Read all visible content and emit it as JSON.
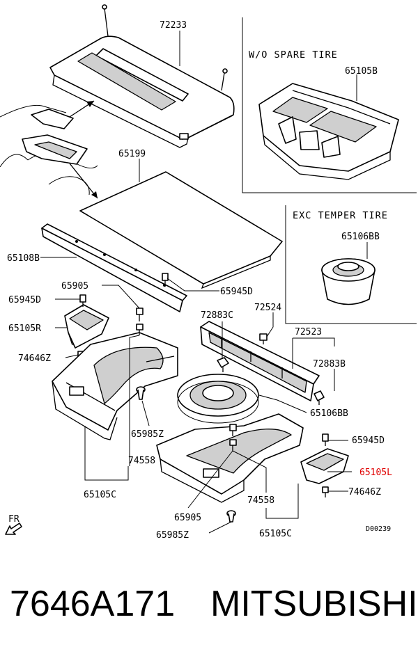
{
  "panels": {
    "spare_tire": {
      "title": "W/O SPARE TIRE",
      "part": "65105B"
    },
    "temper_tire": {
      "title": "EXC TEMPER TIRE",
      "part": "65106BB"
    }
  },
  "labels": {
    "p72233": "72233",
    "p65199": "65199",
    "p65108B": "65108B",
    "p65905_a": "65905",
    "p65945D_a": "65945D",
    "p65945D_b": "65945D",
    "p65945D_c": "65945D",
    "p65105R": "65105R",
    "p74646Z_a": "74646Z",
    "p74646Z_b": "74646Z",
    "p72883C": "72883C",
    "p72524": "72524",
    "p72523": "72523",
    "p72883B": "72883B",
    "p65106BB": "65106BB",
    "p65985Z_a": "65985Z",
    "p65985Z_b": "65985Z",
    "p74558_a": "74558",
    "p74558_b": "74558",
    "p65105C_a": "65105C",
    "p65105C_b": "65105C",
    "p65905_b": "65905",
    "p65105L": "65105L",
    "fr": "FR",
    "code": "D00239"
  },
  "footer": {
    "part_number": "7646A171",
    "brand": "MITSUBISHI"
  },
  "colors": {
    "highlight": "#e00000"
  }
}
